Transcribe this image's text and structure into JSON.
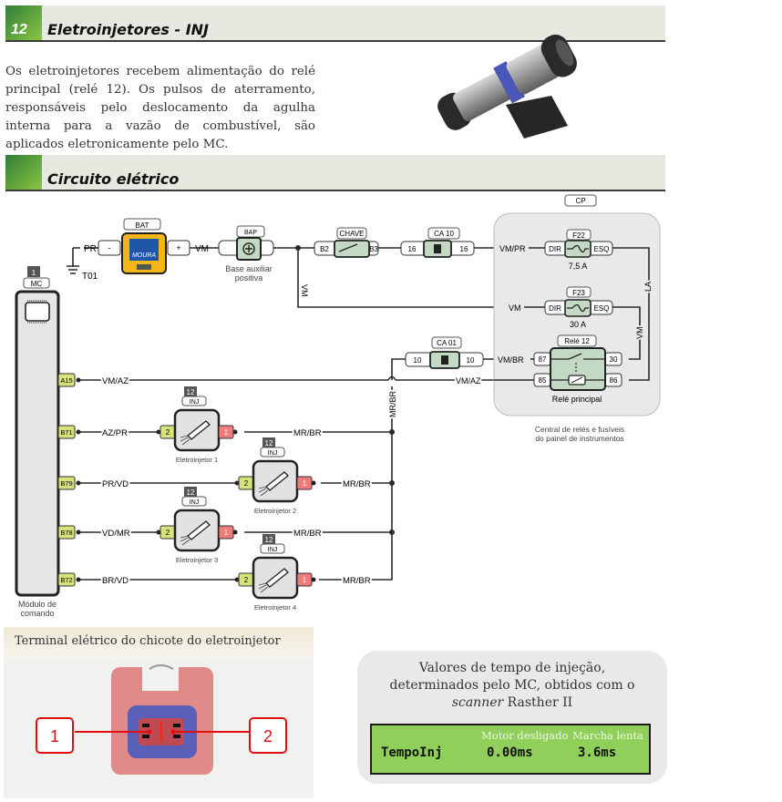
{
  "section1": {
    "number": "12",
    "title": "Eletroinjetores - INJ"
  },
  "intro_text": "Os eletroinjetores recebem alimentação do relé principal (relé 12). Os pulsos de aterramento, responsáveis pelo deslocamento da agulha interna para a vazão de combustível, são aplicados eletronicamente pelo MC.",
  "section2": {
    "title": "Circuito elétrico"
  },
  "diagram": {
    "ground": {
      "wire": "PR",
      "label": "T01"
    },
    "battery": {
      "tag": "BAT",
      "neg": "-",
      "pos": "+",
      "brand": "MOURA",
      "wire_out": "VM"
    },
    "bap": {
      "tag": "BAP",
      "caption_line1": "Base auxiliar",
      "caption_line2": "positiva",
      "branch_wire": "VM"
    },
    "chave": {
      "tag": "CHAVE",
      "pin_in": "B2",
      "pin_out": "B3"
    },
    "ca10": {
      "tag": "CA 10",
      "pin_in": "16",
      "pin_out": "16"
    },
    "cp": {
      "tag": "CP",
      "caption_line1": "Central de relés e fusíveis",
      "caption_line2": "do painel de instrumentos",
      "f22": {
        "tag": "F22",
        "pin_in": "DIR",
        "pin_out": "ESQ",
        "rating": "7,5 A",
        "wire_in": "VM/PR"
      },
      "f23": {
        "tag": "F23",
        "pin_in": "DIR",
        "pin_out": "ESQ",
        "rating": "30 A",
        "wire_in": "VM"
      },
      "rele": {
        "tag": "Relé 12",
        "caption": "Relé principal",
        "p87": "87",
        "p85": "85",
        "p30": "30",
        "p86": "86",
        "wire_87": "VM/BR",
        "wire_85": "VM/AZ"
      },
      "wire_la": "LA",
      "wire_vm": "VM"
    },
    "ca01": {
      "tag": "CA 01",
      "pin_in": "10",
      "pin_out": "10"
    },
    "mc": {
      "number": "1",
      "tag": "MC",
      "caption_line1": "Módulo de",
      "caption_line2": "comando"
    },
    "bus_wire": "MR/BR",
    "pins": [
      {
        "pin": "A15",
        "wire": "VM/AZ"
      },
      {
        "pin": "B71",
        "wire": "AZ/PR"
      },
      {
        "pin": "B79",
        "wire": "PR/VD"
      },
      {
        "pin": "B78",
        "wire": "VD/MR"
      },
      {
        "pin": "B72",
        "wire": "BR/VD"
      }
    ],
    "injectors": [
      {
        "number": "12",
        "tag": "INJ",
        "name": "Eletroinjetor 1",
        "pin_in": "2",
        "pin_out": "1",
        "wire_out": "MR/BR"
      },
      {
        "number": "12",
        "tag": "INJ",
        "name": "Eletroinjetor 2",
        "pin_in": "2",
        "pin_out": "1",
        "wire_out": "MR/BR"
      },
      {
        "number": "12",
        "tag": "INJ",
        "name": "Eletroinjetor 3",
        "pin_in": "2",
        "pin_out": "1",
        "wire_out": "MR/BR"
      },
      {
        "number": "12",
        "tag": "INJ",
        "name": "Eletroinjetor 4",
        "pin_in": "2",
        "pin_out": "1",
        "wire_out": "MR/BR"
      }
    ]
  },
  "terminal": {
    "caption": "Terminal elétrico do chicote do eletroinjetor",
    "label_1": "1",
    "label_2": "2"
  },
  "scanner": {
    "caption_line1": "Valores de tempo de injeção,",
    "caption_line2": "determinados pelo MC, obtidos com o",
    "caption_italic": "scanner",
    "caption_rest": " Rasther II",
    "col1_header": "Motor desligado",
    "col2_header": "Marcha lenta",
    "param": "TempoInj",
    "value_off": "0.00ms",
    "value_idle": "3.6ms"
  },
  "colors": {
    "green_accent": "#5aa53a",
    "pin_yellow": "#d6e37a",
    "pin_red": "#ef7b7b",
    "component_green": "#c3d9c4",
    "lcd_green": "#8fcf5a",
    "battery_yellow": "#f2b619"
  }
}
